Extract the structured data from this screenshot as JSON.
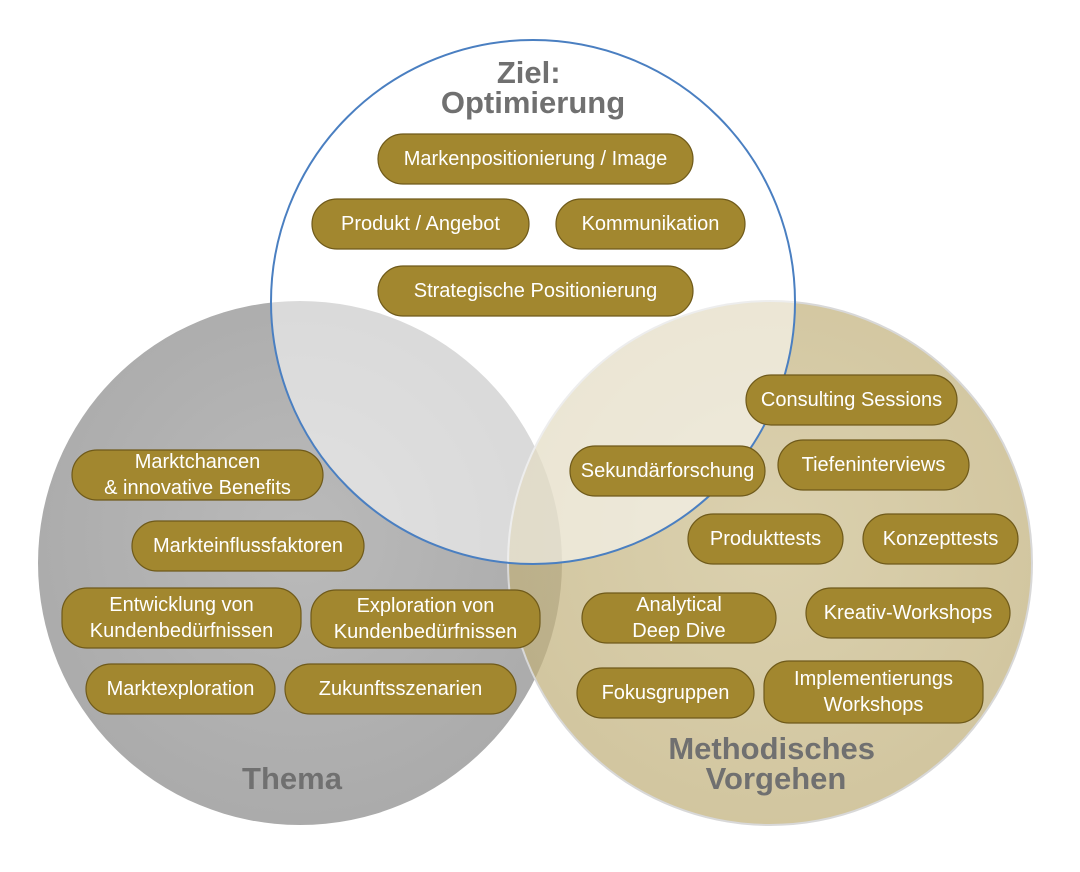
{
  "circles": {
    "goal": {
      "label_lines": [
        "Ziel:",
        "Optimierung"
      ]
    },
    "topic": {
      "label_lines": [
        "Thema"
      ]
    },
    "method": {
      "label_lines": [
        "Methodisches",
        "Vorgehen"
      ]
    }
  },
  "colors": {
    "pill_fill": "#a2872f",
    "pill_border": "#6f5a1a",
    "topic_circle": "#a8a8a8",
    "method_circle": "#c5b584",
    "goal_circle_border": "#4a7fc1",
    "label_text": "#707070"
  },
  "goal_items": [
    {
      "lines": [
        "Markenpositionierung / Image"
      ]
    },
    {
      "lines": [
        "Produkt / Angebot"
      ]
    },
    {
      "lines": [
        "Kommunikation"
      ]
    },
    {
      "lines": [
        "Strategische Positionierung"
      ]
    }
  ],
  "topic_items": [
    {
      "lines": [
        "Marktchancen",
        "& innovative Benefits"
      ]
    },
    {
      "lines": [
        "Markteinflussfaktoren"
      ]
    },
    {
      "lines": [
        "Entwicklung von",
        "Kundenbedürfnissen"
      ]
    },
    {
      "lines": [
        "Exploration von",
        "Kundenbedürfnissen"
      ]
    },
    {
      "lines": [
        "Marktexploration"
      ]
    },
    {
      "lines": [
        "Zukunftsszenarien"
      ]
    }
  ],
  "method_items": [
    {
      "lines": [
        "Consulting Sessions"
      ]
    },
    {
      "lines": [
        "Sekundärforschung"
      ]
    },
    {
      "lines": [
        "Tiefeninterviews"
      ]
    },
    {
      "lines": [
        "Produkttests"
      ]
    },
    {
      "lines": [
        "Konzepttests"
      ]
    },
    {
      "lines": [
        "Analytical",
        "Deep Dive"
      ]
    },
    {
      "lines": [
        "Kreativ-Workshops"
      ]
    },
    {
      "lines": [
        "Fokusgruppen"
      ]
    },
    {
      "lines": [
        "Implementierungs",
        "Workshops"
      ]
    }
  ]
}
